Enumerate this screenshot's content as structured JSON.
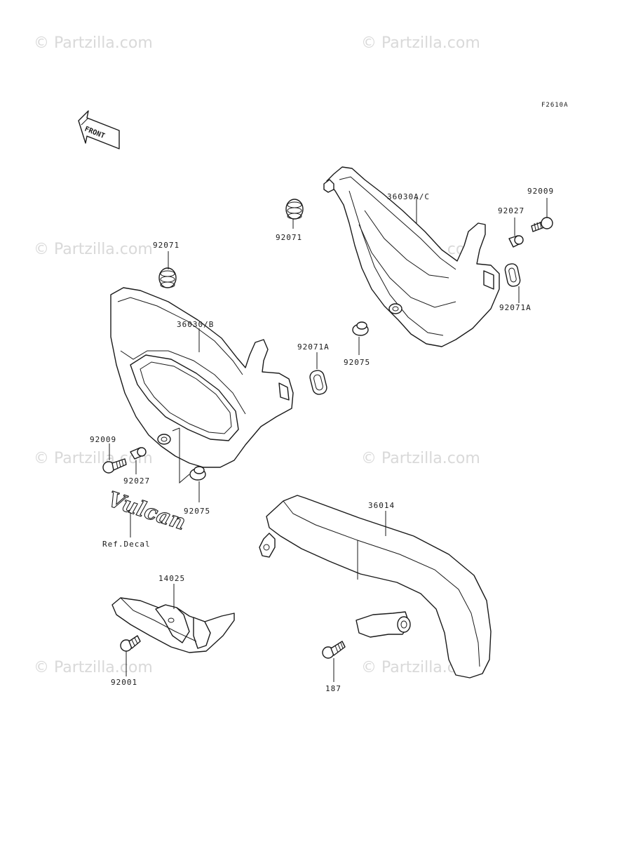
{
  "diagram_code": "F2610A",
  "front_arrow_label": "FRONT",
  "watermark": "© Partzilla.com",
  "parts": {
    "p92071_top": "92071",
    "p36030AC": "36030A/C",
    "p92009_right": "92009",
    "p92027_right": "92027",
    "p92071A_right": "92071A",
    "p92071_left": "92071",
    "p36030B": "36030/B",
    "p92071A_mid": "92071A",
    "p92075_mid": "92075",
    "p92009_left": "92009",
    "p92027_left": "92027",
    "p92075_left": "92075",
    "p36014": "36014",
    "ref_decal": "Ref.Decal",
    "decal_text": "Vulcan",
    "p14025": "14025",
    "p92001": "92001",
    "p187": "187"
  }
}
